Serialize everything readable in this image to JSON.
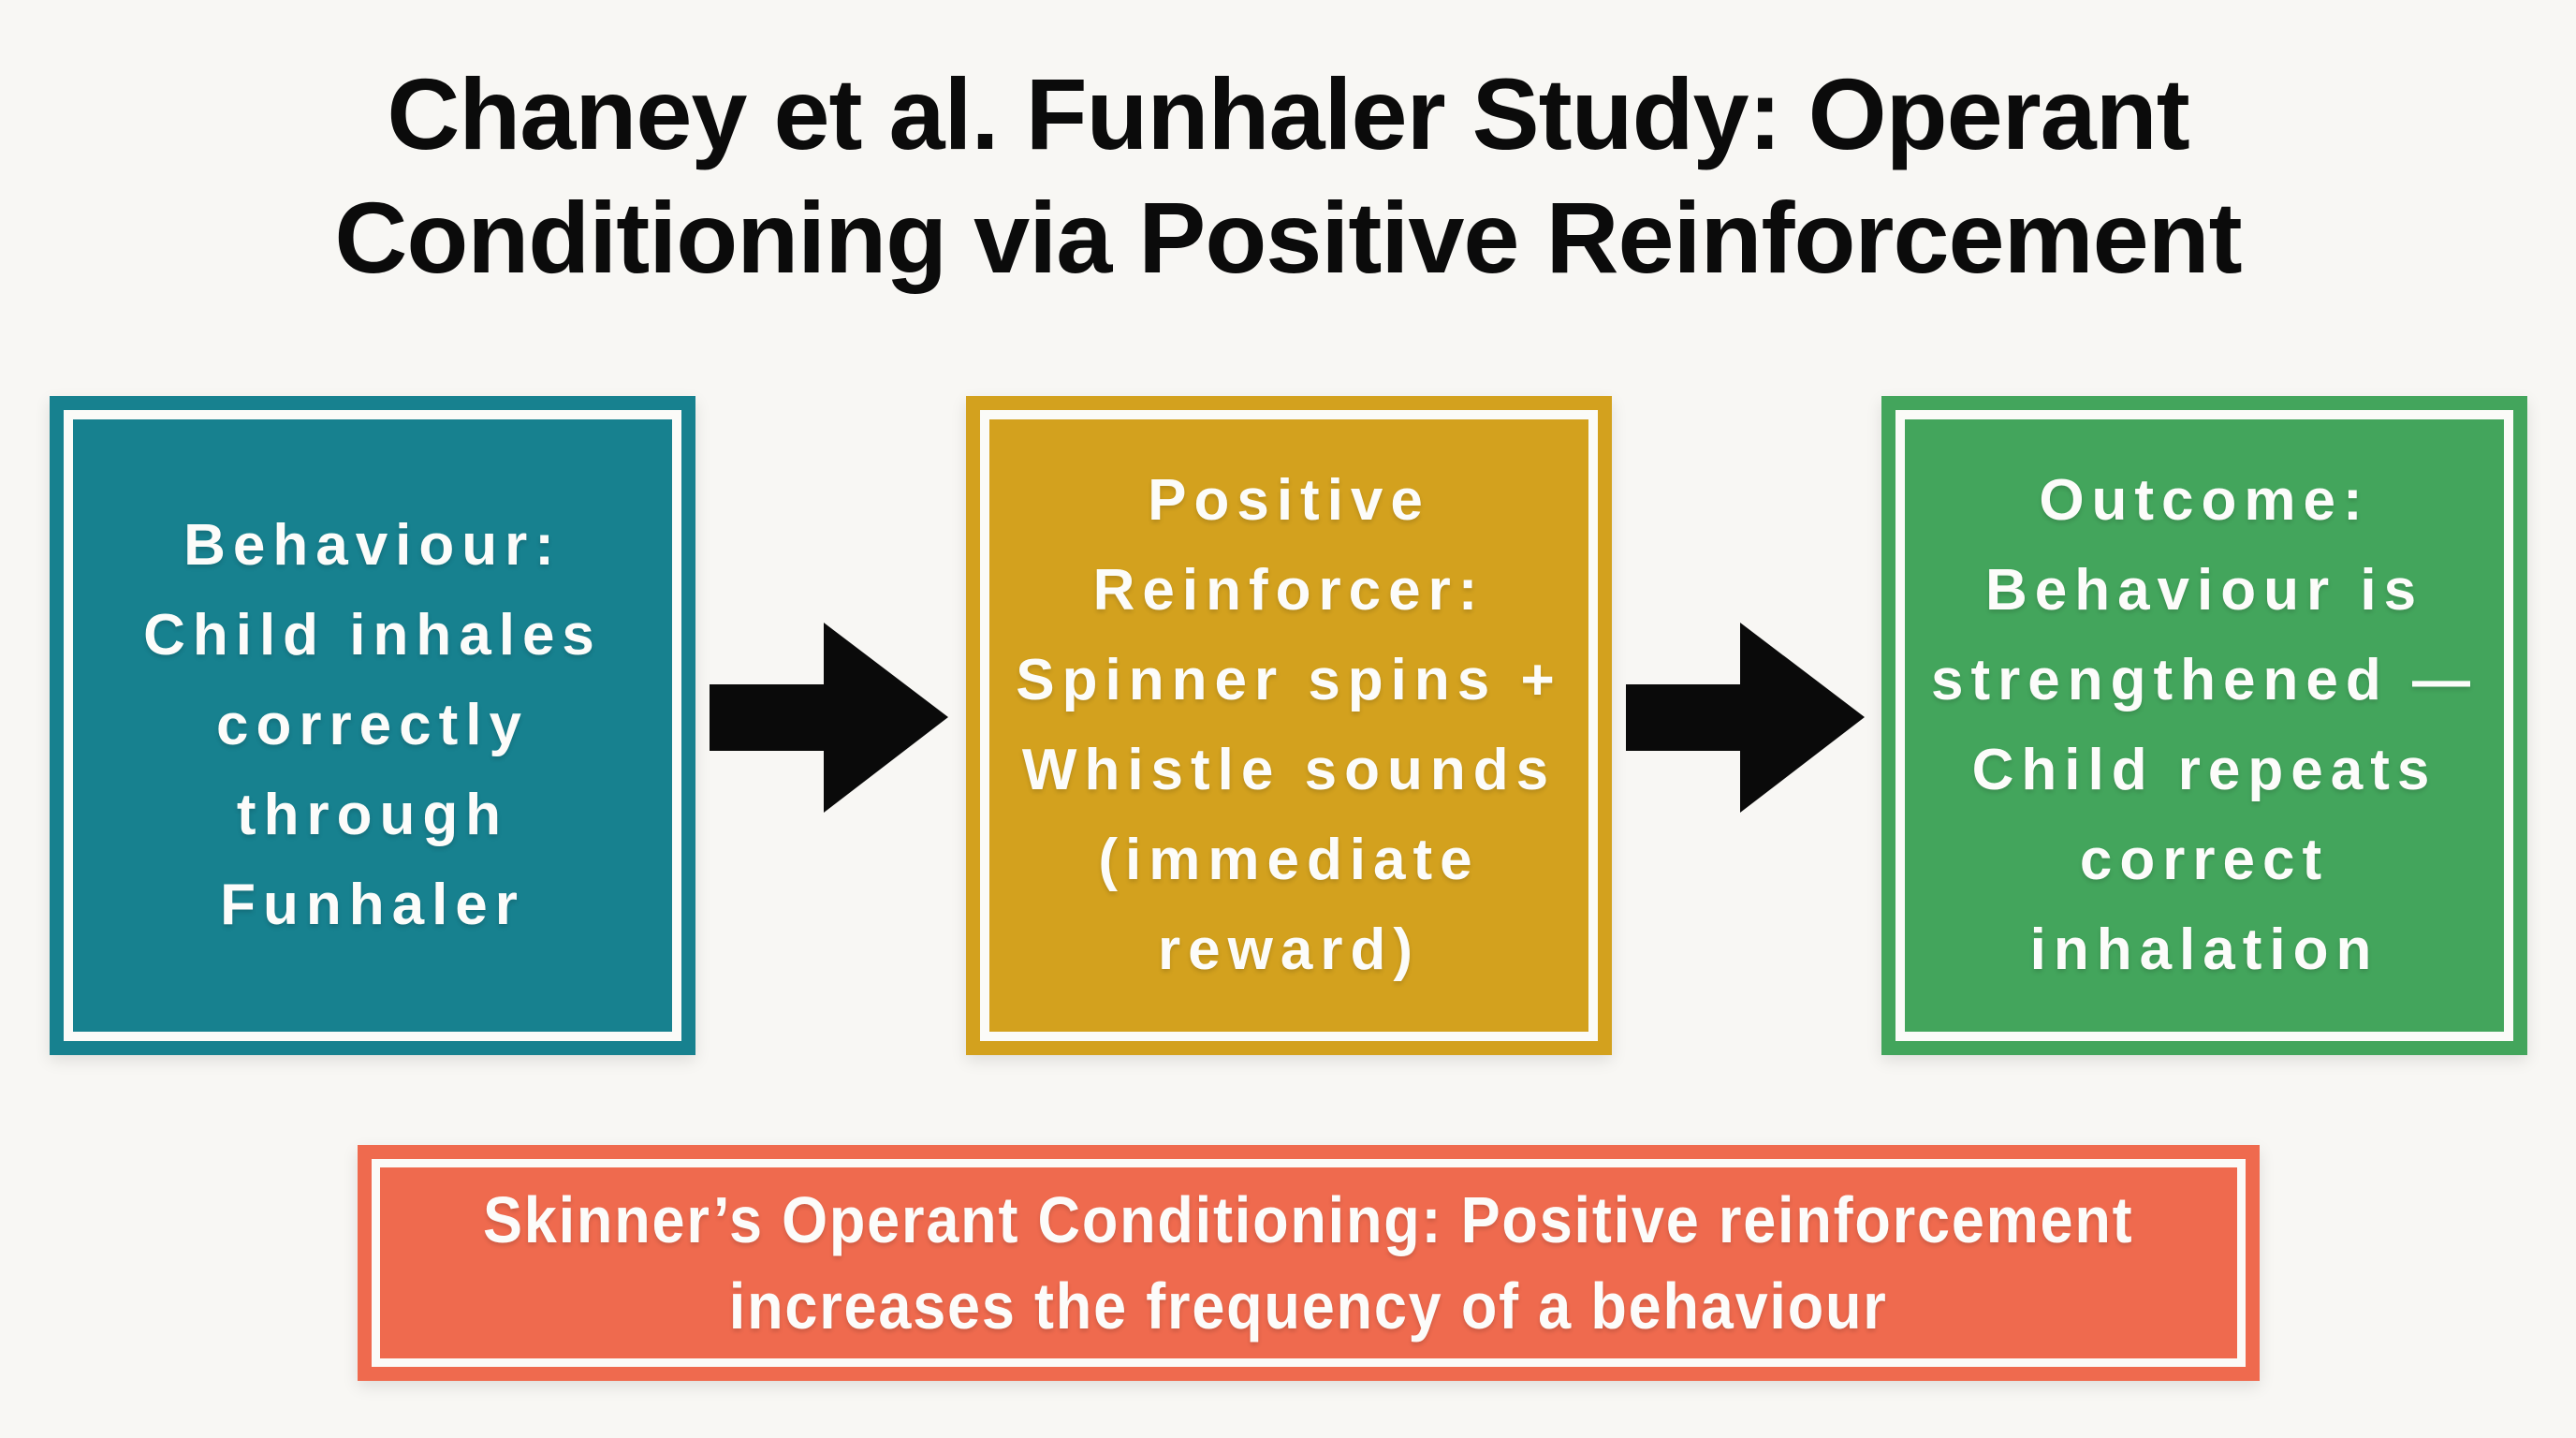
{
  "title": {
    "line1": "Chaney et al. Funhaler Study: Operant",
    "line2": "Conditioning via Positive Reinforcement"
  },
  "flow": {
    "boxes": [
      {
        "name": "behaviour",
        "color": "#17818f",
        "lines": [
          "Behaviour:",
          "Child inhales",
          "correctly",
          "through",
          "Funhaler"
        ]
      },
      {
        "name": "positive-reinforcer",
        "color": "#d3a11e",
        "lines": [
          "Positive",
          "Reinforcer:",
          "Spinner spins +",
          "Whistle sounds",
          "(immediate",
          "reward)"
        ]
      },
      {
        "name": "outcome",
        "color": "#43a55c",
        "lines": [
          "Outcome:",
          "Behaviour is",
          "strengthened —",
          "Child repeats",
          "correct",
          "inhalation"
        ]
      }
    ],
    "arrow_icon": "right-arrow"
  },
  "footer": {
    "color": "#ef6a4e",
    "lines": [
      "Skinner’s Operant Conditioning: Positive reinforcement",
      "increases the frequency of a behaviour"
    ]
  },
  "colors": {
    "background": "#f8f7f4",
    "title_text": "#0b0b0b",
    "text_on_color": "#fcfcfa",
    "inner_border": "#fbfbf8",
    "arrow": "#0a0a0a"
  }
}
